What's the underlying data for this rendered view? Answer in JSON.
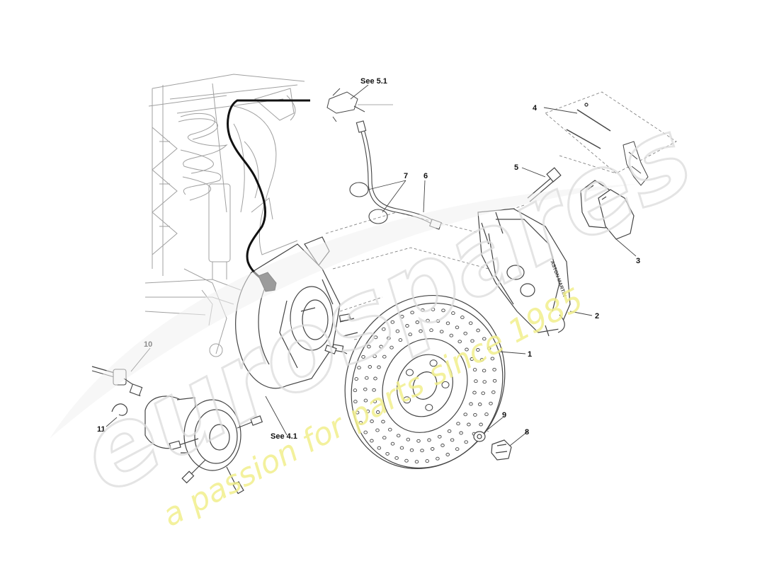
{
  "diagram": {
    "references": [
      {
        "id": "ref-5-1",
        "text": "See  5.1"
      },
      {
        "id": "ref-4-1",
        "text": "See  4.1"
      }
    ],
    "callouts": [
      {
        "id": "1",
        "text": "1"
      },
      {
        "id": "2",
        "text": "2"
      },
      {
        "id": "3",
        "text": "3"
      },
      {
        "id": "4",
        "text": "4"
      },
      {
        "id": "5",
        "text": "5"
      },
      {
        "id": "6",
        "text": "6"
      },
      {
        "id": "7",
        "text": "7"
      },
      {
        "id": "8",
        "text": "8"
      },
      {
        "id": "9",
        "text": "9"
      },
      {
        "id": "10",
        "text": "10"
      },
      {
        "id": "11",
        "text": "11"
      }
    ],
    "caliper_brand_text": "ASTON MARTIN"
  },
  "watermark": {
    "brand": "eurospares",
    "tagline": "a passion for parts since 1985",
    "color_brand": "#e6e6e6",
    "color_tagline": "#f3f19a"
  },
  "colors": {
    "line": "#444444",
    "light_line": "#9a9a9a",
    "sensor_wire": "#111111"
  }
}
